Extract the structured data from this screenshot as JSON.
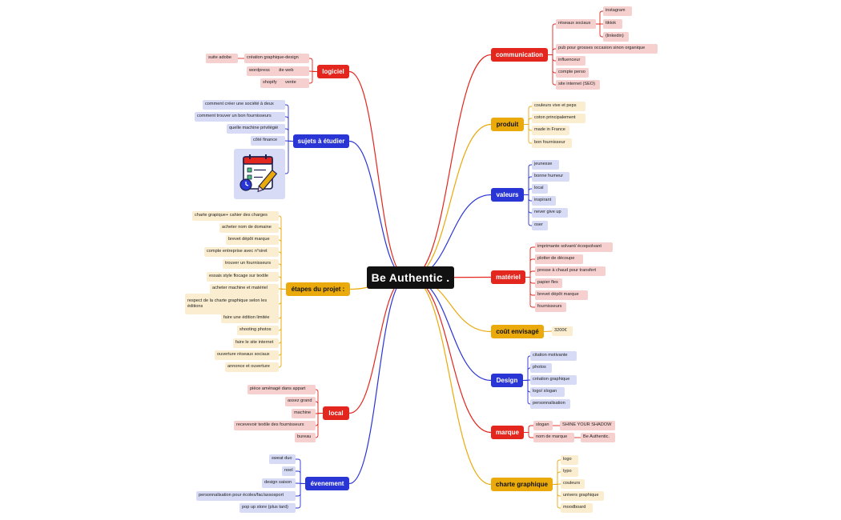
{
  "central": "Be Authentic .",
  "colors": {
    "red": "#e3261e",
    "red_light": "#f5d0cf",
    "blue": "#2a35d6",
    "blue_light": "#d7dbf6",
    "yellow": "#eaaa0c",
    "yellow_light": "#fbeed0"
  },
  "branches": {
    "logiciel": {
      "label": "logiciel",
      "items": [
        "création graphique-design",
        "site web",
        "vente"
      ],
      "sub": [
        "suite adobe",
        "wordpress",
        "shopify"
      ]
    },
    "sujets": {
      "label": "sujets à étudier",
      "items": [
        "comment créer une société à deux",
        "comment trouver un bon fournisseurs",
        "quelle machine privilégié",
        "côté finance"
      ],
      "illustration_icon": "calendar-checklist-icon"
    },
    "etapes": {
      "label": "étapes du projet :",
      "items": [
        "charte grapique+ cahier des charges",
        "acheter nom de domaine",
        "brevet dépôt marque",
        "compte entreprise avec n°siret",
        "trouver un fournisseurs",
        "essais style flocage sur textile",
        "acheter machine et matériel",
        "respect de la charte graphique selon les éditions",
        "faire une édition limitée",
        "shooting photos",
        "faire le site internet",
        "ouverture réseaux sociaux",
        "annonce et ouverture"
      ]
    },
    "local": {
      "label": "local",
      "items": [
        "pièce aménagé dans appart",
        "assez grand",
        "machine",
        "recevevoir textile des fournisseurs",
        "bureau"
      ]
    },
    "evenement": {
      "label": "évenement",
      "items": [
        "sweat duo",
        "noel",
        "design saison",
        "personnalisation pour écoles/fac/assosport",
        "pop up store (plus tard)"
      ]
    },
    "communication": {
      "label": "communication",
      "items": [
        "réseaux sociaux",
        "pub pour grosses occasion sinon organique",
        "influenceur",
        "compte perso",
        "site internet (SEO)"
      ],
      "sub": [
        "instagram",
        "tiktok",
        "(linkedin)"
      ]
    },
    "produit": {
      "label": "produit",
      "items": [
        "couleurs vive et peps",
        "coton principalement",
        "made in France",
        "bon fournisseur"
      ]
    },
    "valeurs": {
      "label": "valeurs",
      "items": [
        "jeunesse",
        "bonne humeur",
        "local",
        "inspirant",
        "never give up",
        "oser"
      ]
    },
    "materiel": {
      "label": "matériel",
      "items": [
        "imprimante solvant/ écoqsolvant",
        "plotter de découpe",
        "presse à chaud pour transfert",
        "papier flex",
        "brevet dépôt marque",
        "fournisseurs"
      ]
    },
    "cout": {
      "label": "coût envisagé",
      "items": [
        "3200€"
      ]
    },
    "design": {
      "label": "Design",
      "items": [
        "citation motivante",
        "photos",
        "création graphique",
        "logo/ slogan",
        "personnalisation"
      ]
    },
    "marque": {
      "label": "marque",
      "items": [
        "slogan",
        "nom de marque"
      ],
      "sub": [
        "SHINE YOUR SHADOW",
        "Be Authentic."
      ]
    },
    "charte": {
      "label": "charte graphique",
      "items": [
        "logo",
        "typo",
        "couleurs",
        "univers graphique",
        "moodboard"
      ]
    }
  }
}
